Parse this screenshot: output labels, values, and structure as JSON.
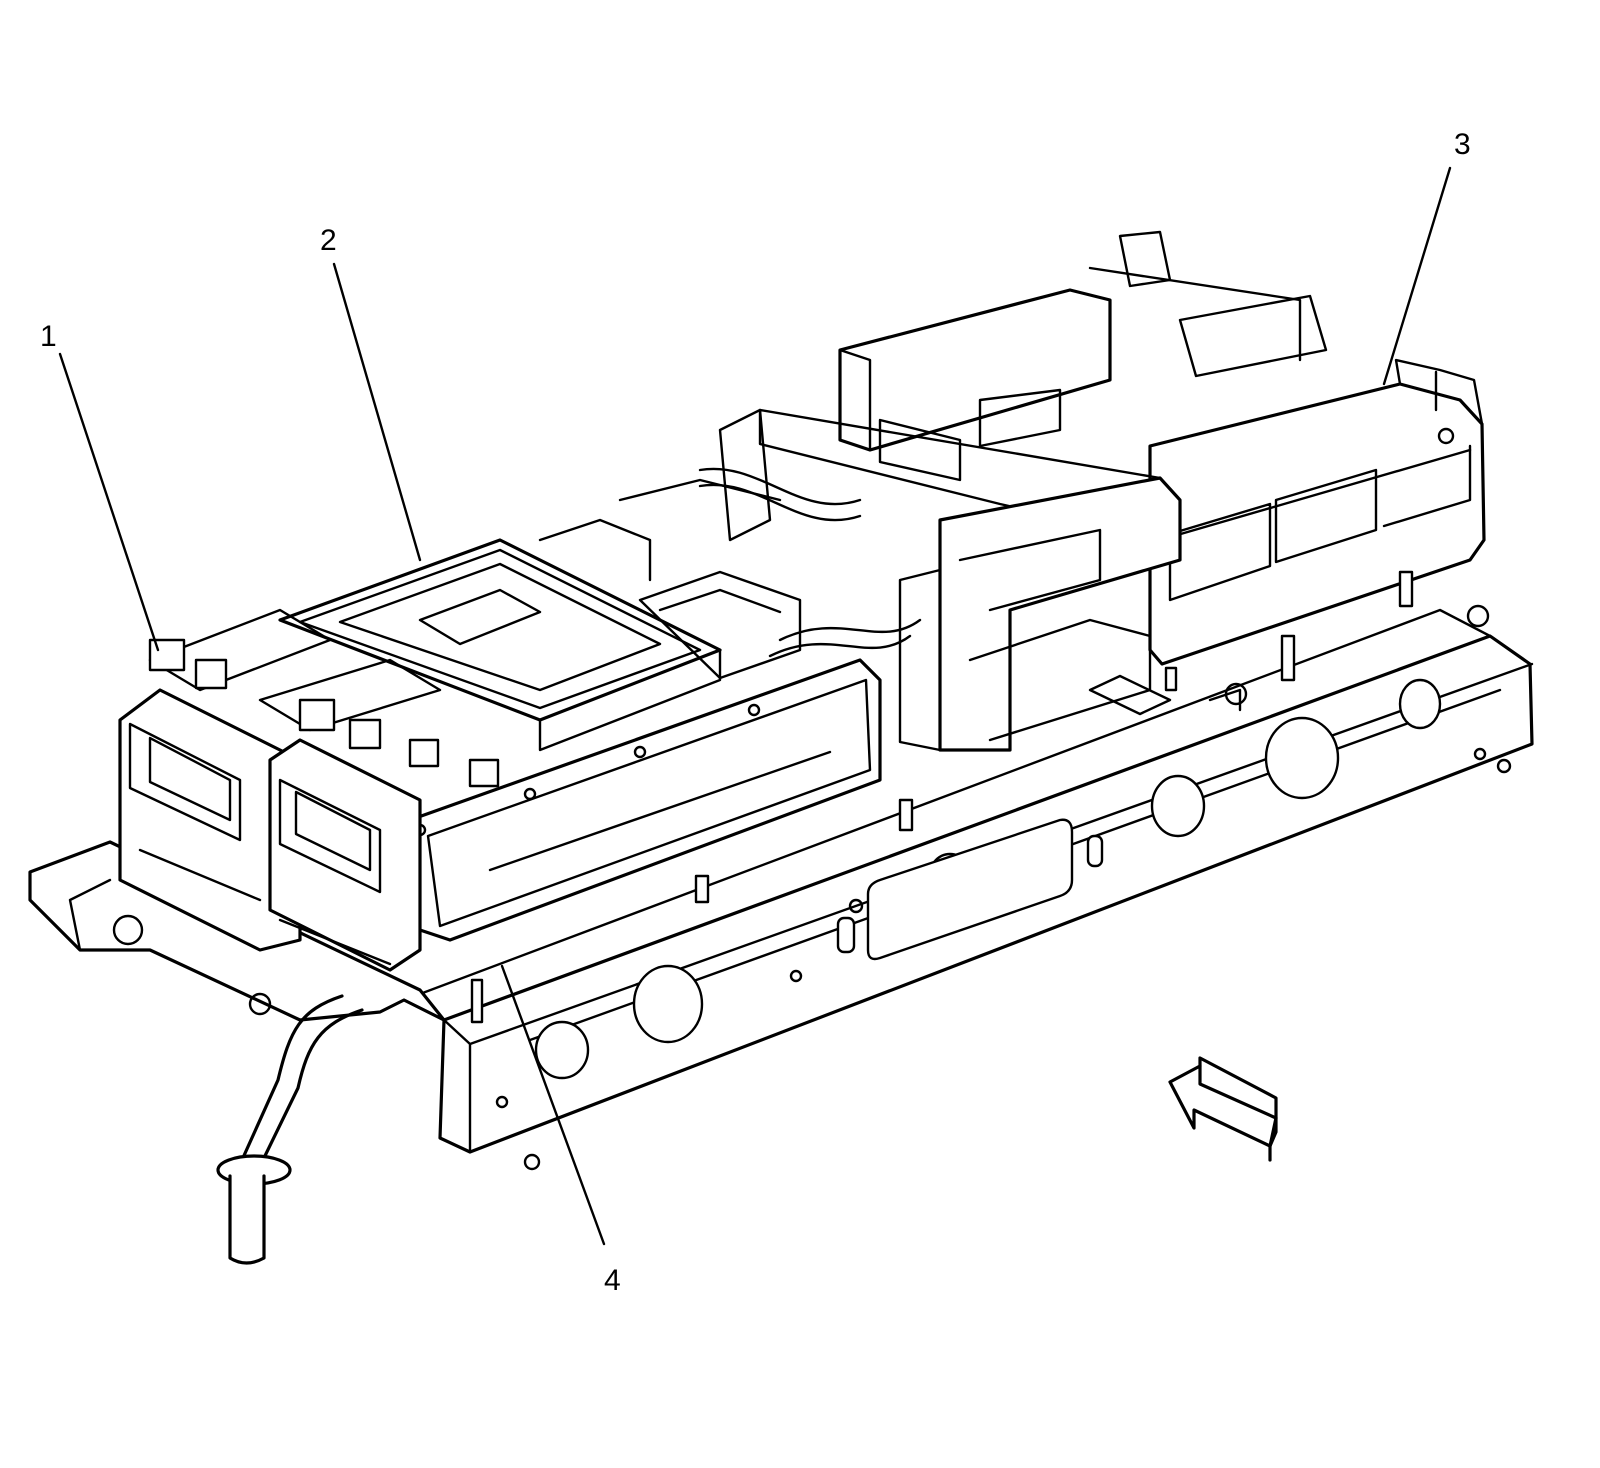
{
  "callouts": [
    {
      "id": "1",
      "label": "1"
    },
    {
      "id": "2",
      "label": "2"
    },
    {
      "id": "3",
      "label": "3"
    },
    {
      "id": "4",
      "label": "4"
    }
  ],
  "icons": {
    "view_arrow": "view-direction-arrow-icon"
  }
}
